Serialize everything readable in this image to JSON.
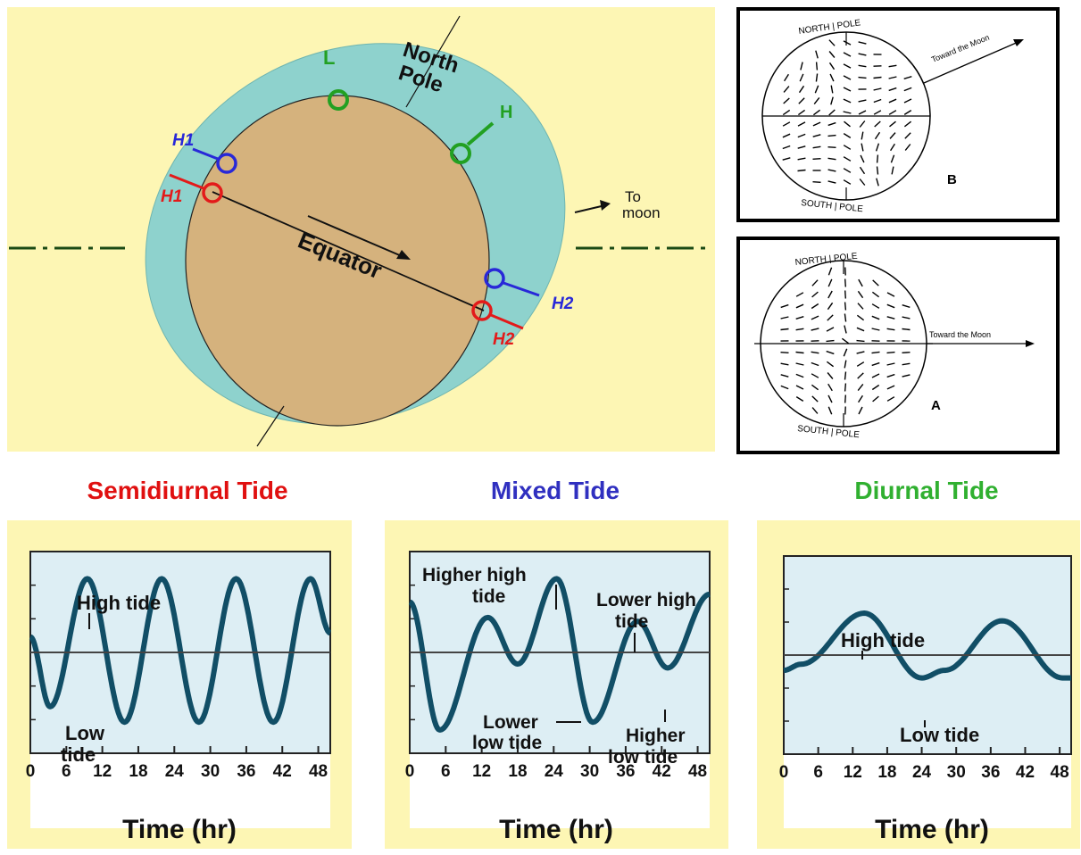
{
  "main_diagram": {
    "north_pole": [
      "North",
      "Pole"
    ],
    "equator": "Equator",
    "to_moon": [
      "To",
      "moon"
    ],
    "markers": {
      "L": "L",
      "H": "H",
      "H1_blue": "H1",
      "H1_red": "H1",
      "H2_blue": "H2",
      "H2_red": "H2"
    },
    "colors": {
      "background": "#fdf6b4",
      "ocean": "#8ed2cd",
      "earth": "#d5b27d",
      "red": "#e31a1a",
      "blue": "#2828d8",
      "green": "#22a022",
      "axis_line": "#1a4a14"
    }
  },
  "sphere_b": {
    "north": "NORTH | POLE",
    "south": "SOUTH | POLE",
    "toward": "Toward the Moon",
    "letter": "B"
  },
  "sphere_a": {
    "north": "NORTH | POLE",
    "south": "SOUTH | POLE",
    "toward": "Toward the Moon",
    "letter": "A"
  },
  "tide_titles": {
    "semidiurnal": "Semidiurnal Tide",
    "mixed": "Mixed Tide",
    "diurnal": "Diurnal Tide",
    "colors": {
      "semidiurnal": "#e01010",
      "mixed": "#3030c0",
      "diurnal": "#30b030"
    }
  },
  "chart_data": [
    {
      "type": "line",
      "title": "Semidiurnal Tide",
      "xlabel": "Time (hr)",
      "ylabel": "",
      "x_ticks": [
        0,
        6,
        12,
        18,
        24,
        30,
        36,
        42,
        48
      ],
      "xlim": [
        0,
        50
      ],
      "ylim": [
        -1.3,
        1.3
      ],
      "x": [
        0,
        3.3,
        9.5,
        15.7,
        21.9,
        28.1,
        34.3,
        40.5,
        46.7,
        50
      ],
      "y": [
        0.2,
        -0.7,
        0.95,
        -0.9,
        0.95,
        -0.9,
        0.95,
        -0.9,
        0.95,
        0.25
      ],
      "annotations": [
        "High tide",
        "Low",
        "tide"
      ]
    },
    {
      "type": "line",
      "title": "Mixed Tide",
      "xlabel": "Time (hr)",
      "ylabel": "",
      "x_ticks": [
        0,
        6,
        12,
        18,
        24,
        30,
        36,
        42,
        48
      ],
      "xlim": [
        0,
        50
      ],
      "ylim": [
        -1.3,
        1.3
      ],
      "x": [
        0,
        5,
        13,
        18,
        24.5,
        30.5,
        38,
        43,
        50
      ],
      "y": [
        0.65,
        -1.0,
        0.45,
        -0.15,
        0.95,
        -0.9,
        0.4,
        -0.2,
        0.75
      ],
      "annotations": [
        "Higher high",
        "tide",
        "Lower high",
        "tide",
        "Lower",
        "low tide",
        "Higher",
        "low tide"
      ]
    },
    {
      "type": "line",
      "title": "Diurnal Tide",
      "xlabel": "Time (hr)",
      "ylabel": "",
      "x_ticks": [
        0,
        6,
        12,
        18,
        24,
        30,
        36,
        42,
        48
      ],
      "xlim": [
        0,
        50
      ],
      "ylim": [
        -1.3,
        1.3
      ],
      "x": [
        0,
        3,
        14,
        24,
        28,
        38,
        48.5,
        50
      ],
      "y": [
        -0.2,
        -0.12,
        0.55,
        -0.3,
        -0.2,
        0.45,
        -0.3,
        -0.3
      ],
      "annotations": [
        "High tide",
        "Low tide"
      ]
    }
  ]
}
